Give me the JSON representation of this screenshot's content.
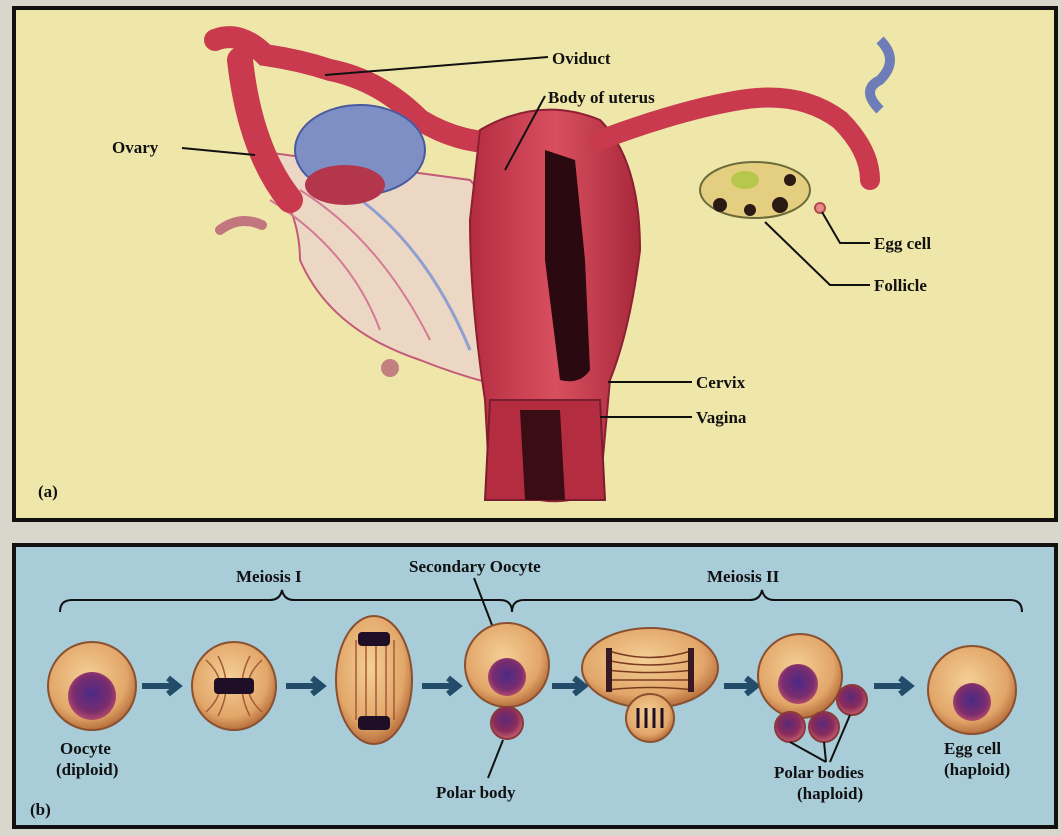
{
  "panel_a": {
    "tag": "(a)",
    "labels": {
      "oviduct": "Oviduct",
      "body_of_uterus": "Body of uterus",
      "ovary": "Ovary",
      "egg_cell": "Egg cell",
      "follicle": "Follicle",
      "cervix": "Cervix",
      "vagina": "Vagina"
    }
  },
  "panel_b": {
    "tag": "(b)",
    "labels": {
      "meiosis_1": "Meiosis I",
      "meiosis_2": "Meiosis II",
      "secondary_oocyte": "Secondary Oocyte",
      "oocyte": "Oocyte",
      "oocyte_ploidy": "(diploid)",
      "polar_body": "Polar body",
      "polar_bodies": "Polar bodies",
      "polar_bodies_ploidy": "(haploid)",
      "egg_cell": "Egg cell",
      "egg_cell_ploidy": "(haploid)"
    }
  },
  "colors": {
    "panel_a_bg": "#efe7aa",
    "panel_b_bg": "#a8ccd8",
    "uterus": "#c93a4e",
    "ovary_blue": "#7d8fc4",
    "cell_fill": "#e8b377",
    "nucleus": "#6b2a63"
  }
}
